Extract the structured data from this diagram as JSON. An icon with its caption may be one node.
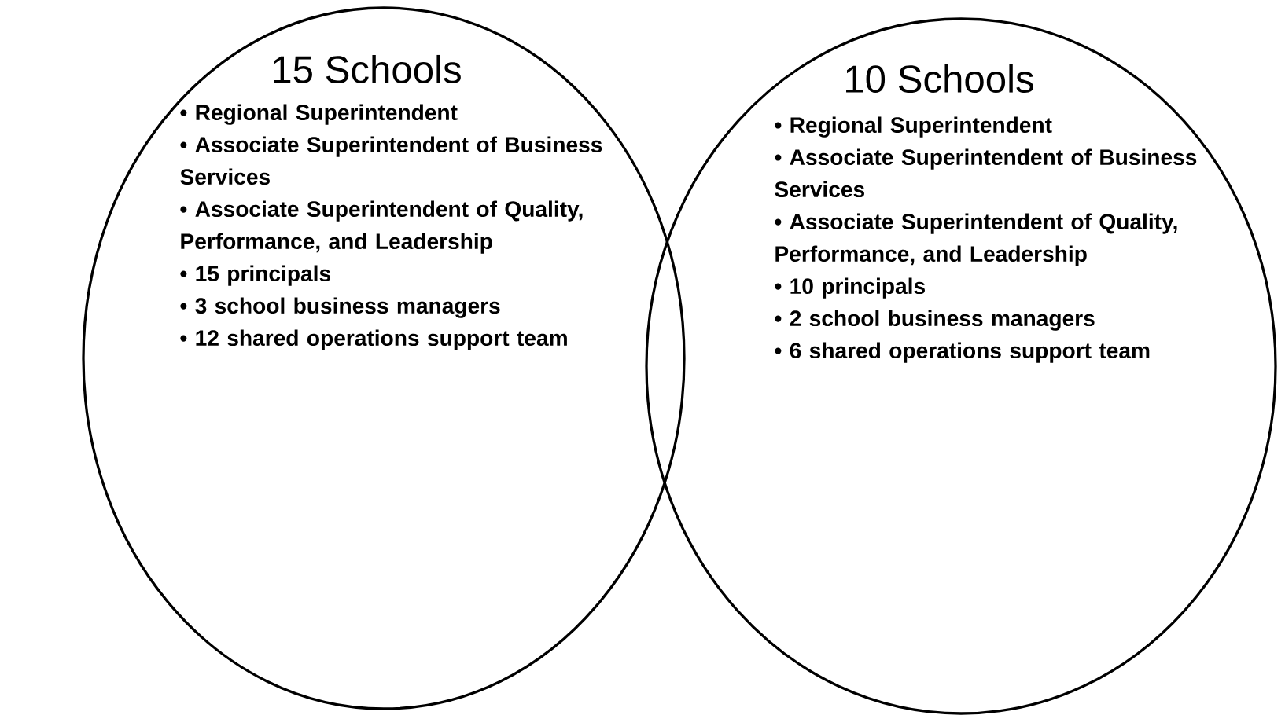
{
  "diagram": {
    "nodes": [
      {
        "text": [
          "15 Schools",
          "• Regional Superintendent",
          "• Associate Superintendent of Business Services",
          "• Associate Superintendent of Quality, Performance, and Leadership",
          "• 15 principals",
          "• 3 school business managers",
          "• 12 shared operations support team"
        ]
      },
      {
        "text": [
          "10 Schools",
          "• Regional Superintendent",
          "• Associate Superintendent of Business Services",
          "• Associate Superintendent of Quality, Performance, and Leadership",
          "• 10 principals",
          "• 2 school business managers",
          "• 6 shared operations support team"
        ]
      }
    ]
  }
}
